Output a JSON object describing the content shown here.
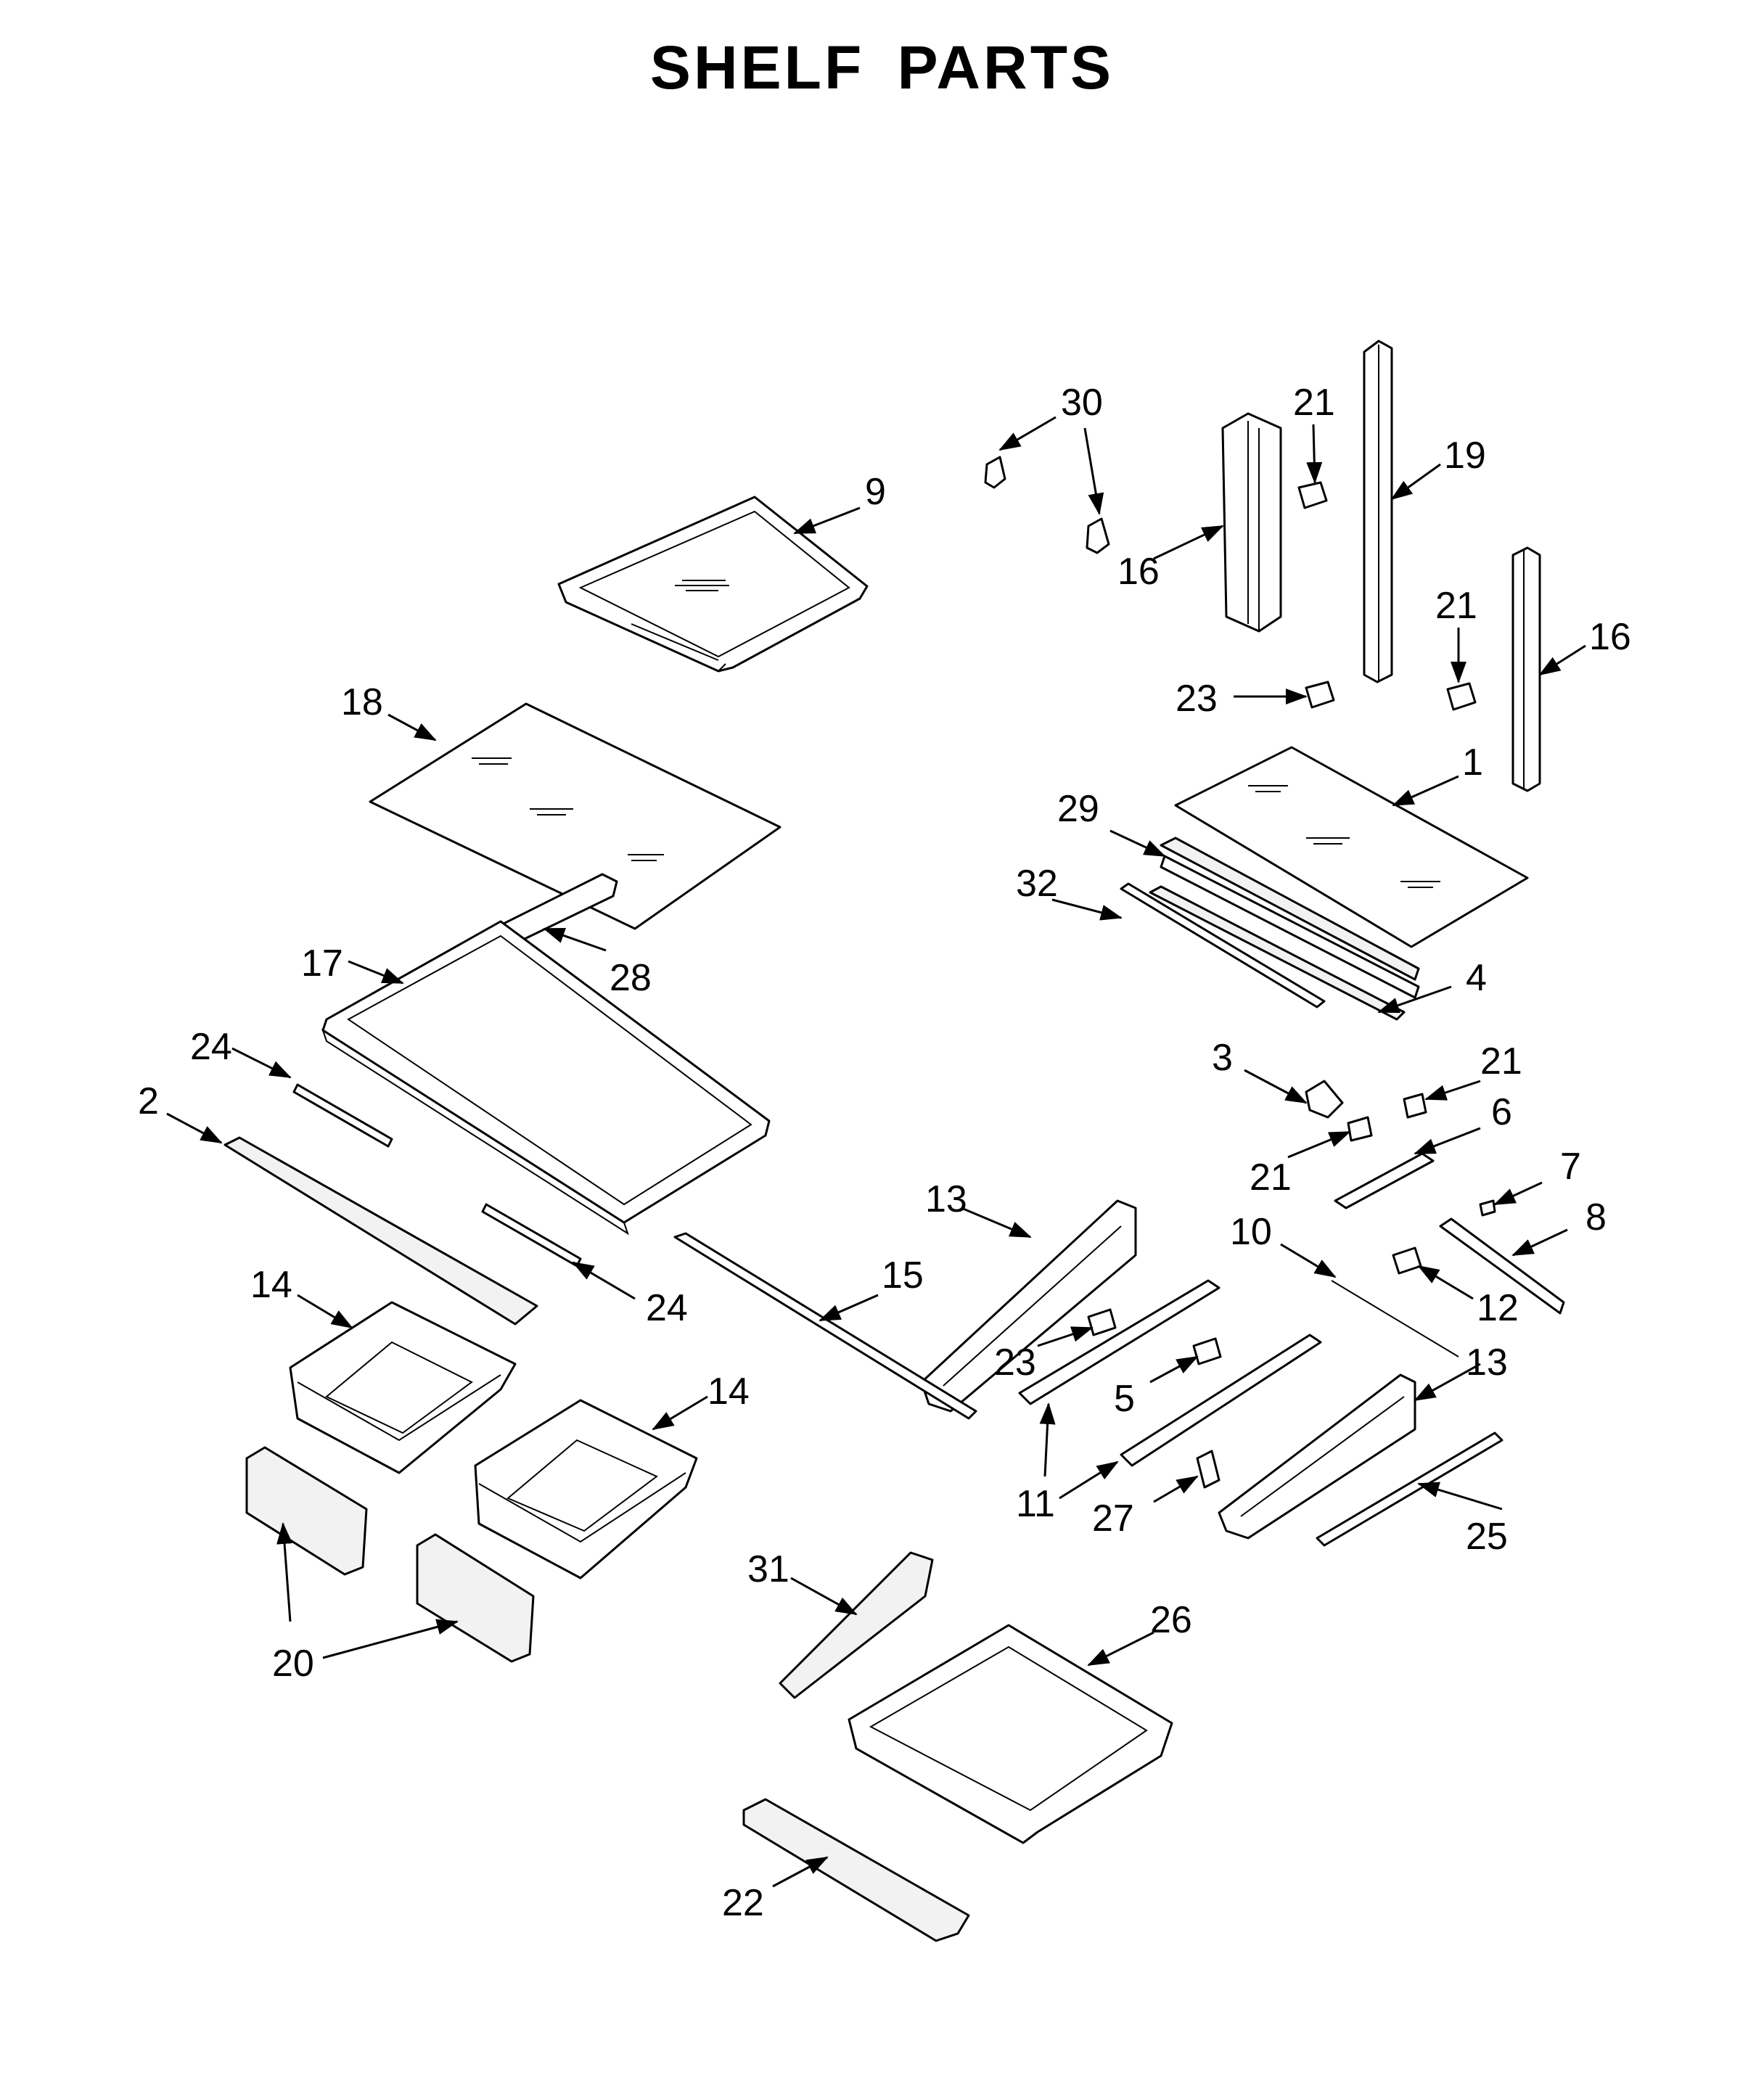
{
  "page": {
    "title": "SHELF PARTS"
  },
  "callouts": [
    {
      "id": "c30",
      "label": "30"
    },
    {
      "id": "c21a",
      "label": "21"
    },
    {
      "id": "c19",
      "label": "19"
    },
    {
      "id": "c9",
      "label": "9"
    },
    {
      "id": "c16a",
      "label": "16"
    },
    {
      "id": "c21b",
      "label": "21"
    },
    {
      "id": "c16b",
      "label": "16"
    },
    {
      "id": "c23a",
      "label": "23"
    },
    {
      "id": "c18",
      "label": "18"
    },
    {
      "id": "c1",
      "label": "1"
    },
    {
      "id": "c29",
      "label": "29"
    },
    {
      "id": "c32",
      "label": "32"
    },
    {
      "id": "c28",
      "label": "28"
    },
    {
      "id": "c17",
      "label": "17"
    },
    {
      "id": "c4",
      "label": "4"
    },
    {
      "id": "c24a",
      "label": "24"
    },
    {
      "id": "c3",
      "label": "3"
    },
    {
      "id": "c21c",
      "label": "21"
    },
    {
      "id": "c2",
      "label": "2"
    },
    {
      "id": "c6",
      "label": "6"
    },
    {
      "id": "c21d",
      "label": "21"
    },
    {
      "id": "c7",
      "label": "7"
    },
    {
      "id": "c13a",
      "label": "13"
    },
    {
      "id": "c8",
      "label": "8"
    },
    {
      "id": "c10",
      "label": "10"
    },
    {
      "id": "c15",
      "label": "15"
    },
    {
      "id": "c14a",
      "label": "14"
    },
    {
      "id": "c24b",
      "label": "24"
    },
    {
      "id": "c12",
      "label": "12"
    },
    {
      "id": "c23b",
      "label": "23"
    },
    {
      "id": "c13b",
      "label": "13"
    },
    {
      "id": "c14b",
      "label": "14"
    },
    {
      "id": "c5",
      "label": "5"
    },
    {
      "id": "c11",
      "label": "11"
    },
    {
      "id": "c27",
      "label": "27"
    },
    {
      "id": "c25",
      "label": "25"
    },
    {
      "id": "c31",
      "label": "31"
    },
    {
      "id": "c26",
      "label": "26"
    },
    {
      "id": "c20",
      "label": "20"
    },
    {
      "id": "c22",
      "label": "22"
    }
  ]
}
